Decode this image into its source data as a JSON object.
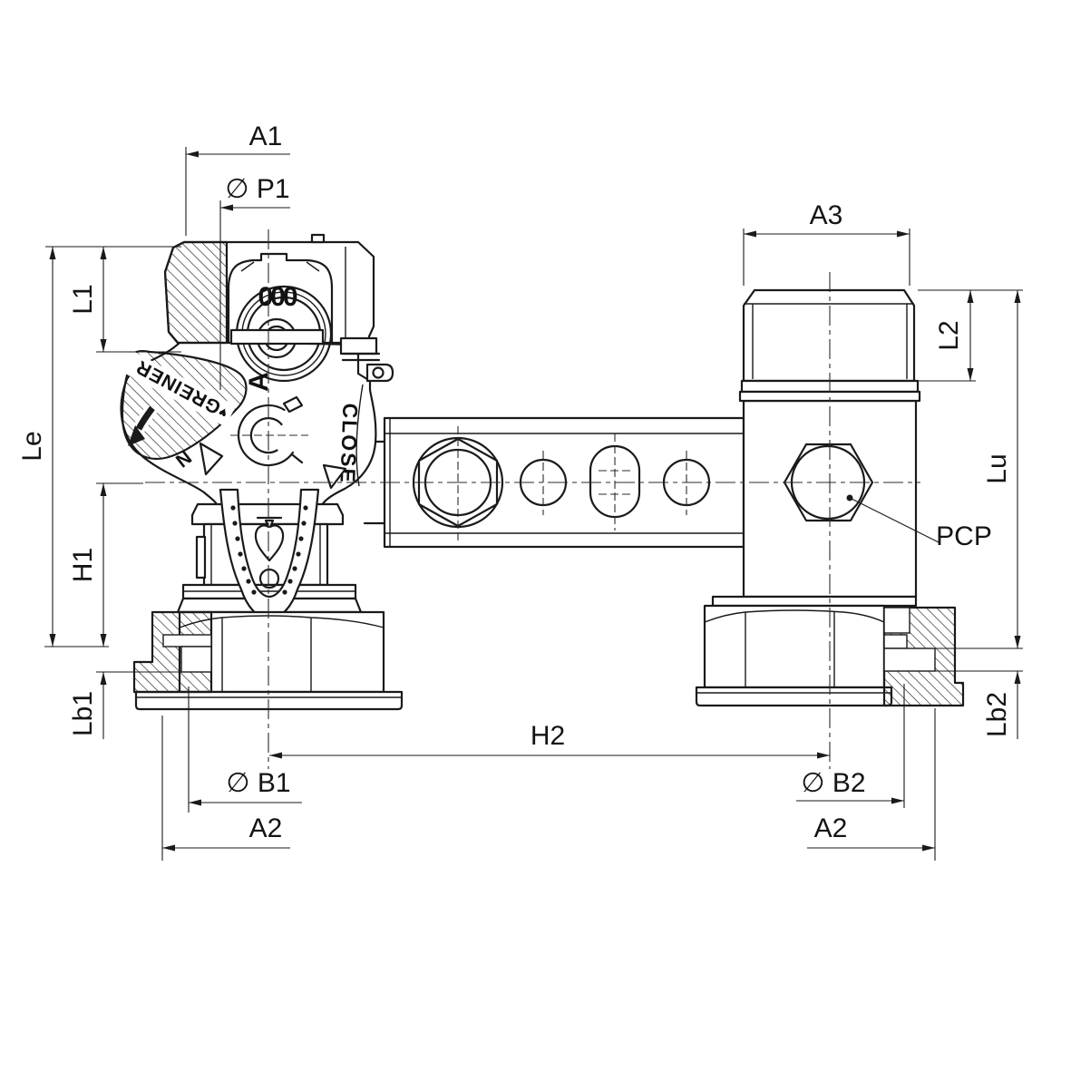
{
  "colors": {
    "line": "#1a1a1a",
    "background": "#ffffff"
  },
  "dims": {
    "a1": "A1",
    "p1": "∅ P1",
    "le": "Le",
    "l1": "L1",
    "h1": "H1",
    "lb1": "Lb1",
    "a2_left": "A2",
    "b1": "∅ B1",
    "h2": "H2",
    "b2": "∅ B2",
    "a2_right": "A2",
    "lb2": "Lb2",
    "lu": "Lu",
    "l2": "L2",
    "a3": "A3",
    "pcp": "PCP"
  },
  "engravings": {
    "brand": "GREINER",
    "brand_mark": "♥",
    "close": "CLOSE",
    "dial": "000",
    "port": "A",
    "n": "N"
  }
}
